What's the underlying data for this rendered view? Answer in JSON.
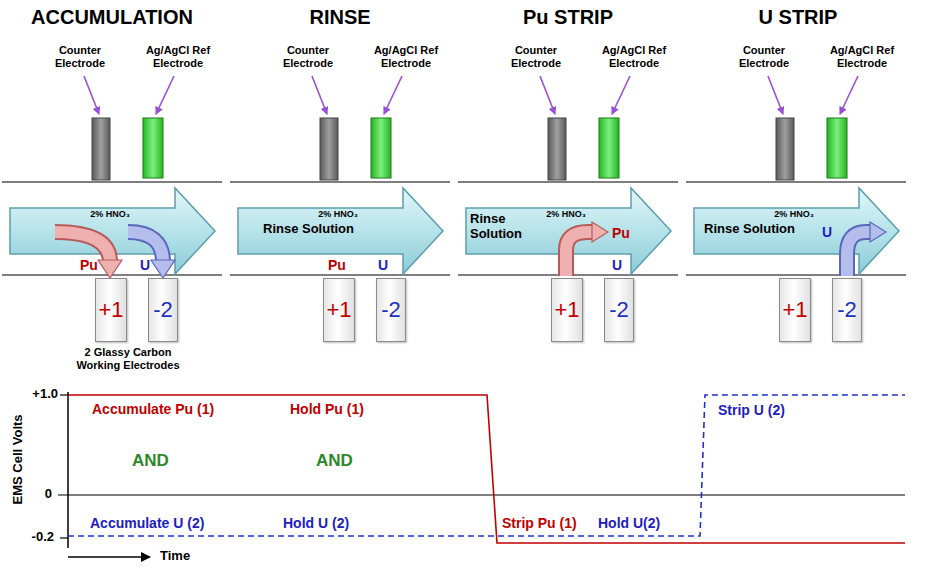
{
  "diagram": {
    "nodes": [
      {
        "text": [
          "2% HNO₃"
        ]
      },
      {
        "text": [
          "+1"
        ]
      },
      {
        "text": [
          "-2"
        ]
      },
      {
        "text": [
          "2% HNO₃",
          "Rinse Solution"
        ]
      },
      {
        "text": [
          "+1"
        ]
      },
      {
        "text": [
          "-2"
        ]
      },
      {
        "text": [
          "2% HNO₃",
          "Rinse Solution"
        ]
      },
      {
        "text": [
          "+1"
        ]
      },
      {
        "text": [
          "-2"
        ]
      },
      {
        "text": [
          "2% HNO₃",
          "Rinse Solution"
        ]
      },
      {
        "text": [
          "+1"
        ]
      },
      {
        "text": [
          "-2"
        ]
      }
    ],
    "labels": [
      "ACCUMULATION",
      "RINSE",
      "Pu STRIP",
      "U STRIP",
      "Counter Electrode",
      "Ag/AgCl Ref Electrode",
      "Counter Electrode",
      "Ag/AgCl Ref Electrode",
      "Counter Electrode",
      "Ag/AgCl Ref Electrode",
      "Counter Electrode",
      "Ag/AgCl Ref Electrode",
      "Pu",
      "U",
      "Pu",
      "U",
      "Pu",
      "U",
      "U",
      "2 Glassy Carbon Working Electrodes",
      "+1.0",
      "0",
      "-0.2",
      "EMS Cell Volts",
      "Time",
      "Accumulate Pu (1)",
      "Hold Pu (1)",
      "AND",
      "AND",
      "Accumulate U (2)",
      "Hold U (2)",
      "Strip Pu (1)",
      "Hold U(2)",
      "Strip U (2)"
    ]
  }
}
